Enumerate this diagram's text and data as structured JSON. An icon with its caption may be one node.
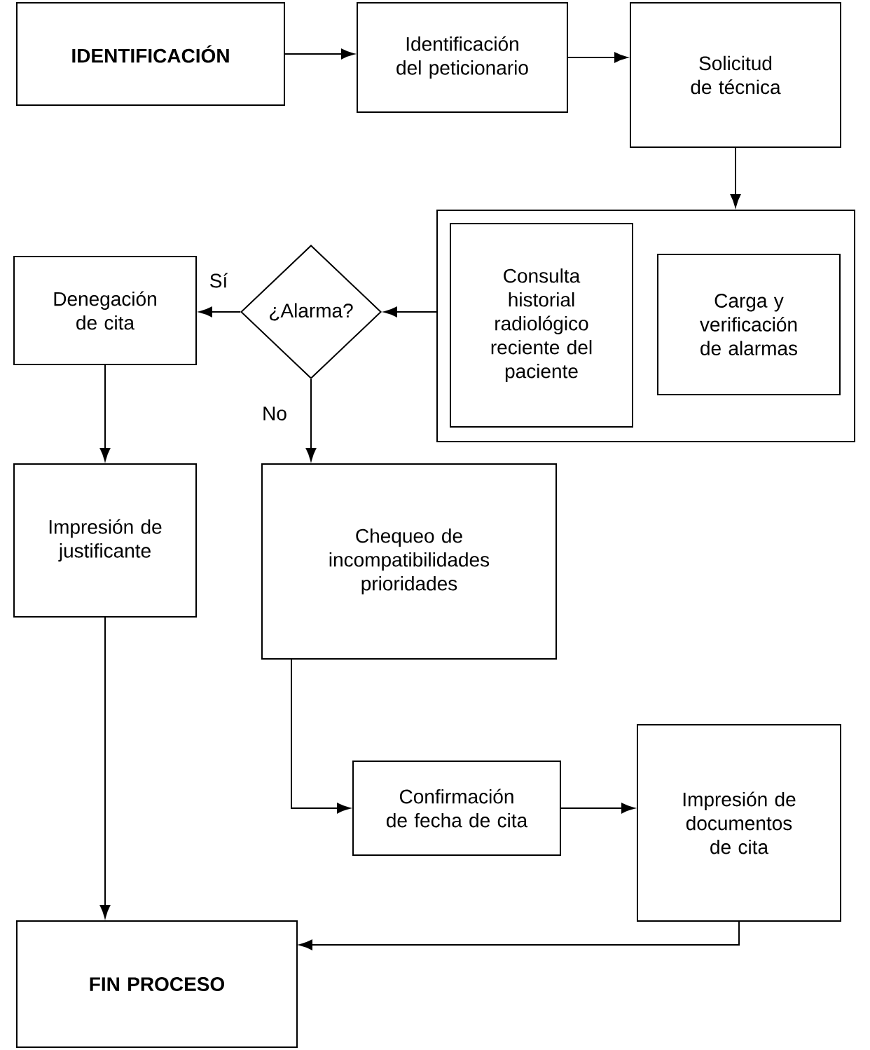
{
  "diagram": {
    "nodes": [
      {
        "text": [
          "IDENTIFICACIÓN"
        ]
      },
      {
        "text": [
          "Identificación del peticionario"
        ]
      },
      {
        "text": [
          "Solicitud de técnica"
        ]
      },
      {
        "text": [],
        "shape": "box"
      },
      {
        "text": [
          "Consulta historial radiológico reciente del paciente"
        ],
        "in": 3
      },
      {
        "text": [
          "Carga y verificación de alarmas"
        ],
        "in": 3
      },
      {
        "text": [
          "¿Alarma?"
        ]
      },
      {
        "text": [
          "Denegación de cita"
        ]
      },
      {
        "text": [
          "Impresión de justificante"
        ]
      },
      {
        "text": [
          "Chequeo de incompatibilidades prioridades"
        ]
      },
      {
        "text": [
          "Confirmación de fecha de cita"
        ]
      },
      {
        "text": [
          "Impresión de documentos de cita"
        ]
      },
      {
        "text": [
          "FIN PROCESO"
        ]
      }
    ],
    "edges": [
      {
        "from": 0,
        "to": 1,
        "arrow": "to"
      },
      {
        "from": 1,
        "to": 2,
        "arrow": "to"
      },
      {
        "from": 2,
        "to": 3,
        "arrow": "to"
      },
      {
        "from": 3,
        "to": 6,
        "arrow": "to"
      },
      {
        "from": 6,
        "to": 7,
        "arrow": "to",
        "label": "Sí"
      },
      {
        "from": 6,
        "to": 9,
        "arrow": "to",
        "label": "No"
      },
      {
        "from": 7,
        "to": 8,
        "arrow": "to"
      },
      {
        "from": 8,
        "to": 12,
        "arrow": "to"
      },
      {
        "from": 9,
        "to": 10,
        "arrow": "to"
      },
      {
        "from": 10,
        "to": 11,
        "arrow": "to"
      },
      {
        "from": 11,
        "to": 12,
        "arrow": "to"
      }
    ]
  }
}
